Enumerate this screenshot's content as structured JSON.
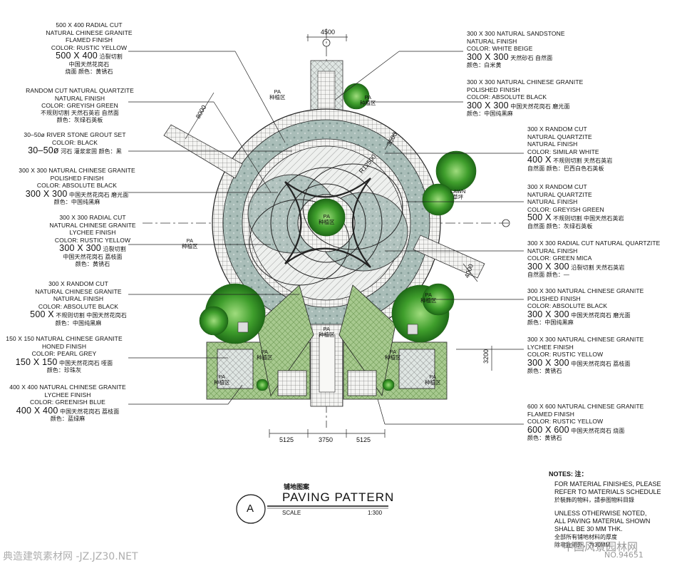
{
  "left_labels": [
    {
      "en": [
        "500 X 400 RADIAL CUT",
        "NATURAL CHINESE GRANITE",
        "FLAMED FINISH",
        "COLOR: RUSTIC YELLOW"
      ],
      "size": "500 X 400",
      "cn": "沿裂切割",
      "cn2": "中国天然花岗石",
      "cn3": "烧面  颜色：黄锈石"
    },
    {
      "en": [
        "RANDOM CUT NATURAL QUARTZITE",
        "NATURAL FINISH",
        "COLOR: GREYISH GREEN"
      ],
      "size": "",
      "cn": "不规则切割  天然石英岩  自然面",
      "cn2": "颜色：灰绿石英板",
      "cn3": ""
    },
    {
      "en": [
        "30–50ø RIVER STONE GROUT SET",
        "COLOR: BLACK"
      ],
      "size": "30–50ø",
      "cn": "河石  灌浆浆固  颜色：黑",
      "cn2": "",
      "cn3": ""
    },
    {
      "en": [
        "300 X 300 NATURAL CHINESE GRANITE",
        "POLISHED FINISH",
        "COLOR: ABSOLUTE BLACK"
      ],
      "size": "300 X 300",
      "cn": "中国天然花岗石  磨光面",
      "cn2": "颜色：中国纯黑麻",
      "cn3": ""
    },
    {
      "en": [
        "300 X 300 RADIAL CUT",
        "NATURAL CHINESE GRANITE",
        "LYCHEE FINISH",
        "COLOR: RUSTIC YELLOW"
      ],
      "size": "300 X 300",
      "cn": "沿裂切割",
      "cn2": "中国天然花岗石  荔枝面",
      "cn3": "颜色：黄锈石"
    },
    {
      "en": [
        "300 X RANDOM CUT",
        "NATURAL CHINESE GRANITE",
        "NATURAL FINISH",
        "COLOR: ABSOLUTE BLACK"
      ],
      "size": "500 X",
      "cn": "不规则切割  中国天然花岗石",
      "cn2": "颜色：中国纯黑麻",
      "cn3": ""
    },
    {
      "en": [
        "150 X 150 NATURAL CHINESE GRANITE",
        "HONED FINISH",
        "COLOR: PEARL GREY"
      ],
      "size": "150 X 150",
      "cn": "中国天然花岗石  哑面",
      "cn2": "颜色：珍珠灰",
      "cn3": ""
    },
    {
      "en": [
        "400 X 400 NATURAL CHINESE GRANITE",
        "LYCHEE FINISH",
        "COLOR: GREENISH BLUE"
      ],
      "size": "400 X 400",
      "cn": "中国天然花岗石  荔枝面",
      "cn2": "颜色：蓝绿麻",
      "cn3": ""
    }
  ],
  "right_labels": [
    {
      "en": [
        "300 X 300 NATURAL SANDSTONE",
        "NATURAL FINISH",
        "COLOR: WHITE BEIGE"
      ],
      "size": "300 X 300",
      "cn": "天然砂石  自然面",
      "cn2": "颜色：白米黄",
      "cn3": ""
    },
    {
      "en": [
        "300 X 300 NATURAL CHINESE GRANITE",
        "POLISHED FINISH",
        "COLOR: ABSOLUTE BLACK"
      ],
      "size": "300 X 300",
      "cn": "中国天然花岗石  磨光面",
      "cn2": "颜色：中国纯黑麻",
      "cn3": ""
    },
    {
      "en": [
        "300 X RANDOM CUT",
        "NATURAL QUARTZITE",
        "NATURAL FINISH",
        "COLOR: SIMILAR WHITE"
      ],
      "size": "400 X",
      "cn": "不规则切割  天然石英岩",
      "cn2": "自然面  颜色：巴西白色石英板",
      "cn3": ""
    },
    {
      "en": [
        "300 X RANDOM CUT",
        "NATURAL QUARTZITE",
        "NATURAL FINISH",
        "COLOR: GREYISH GREEN"
      ],
      "size": "500 X",
      "cn": "不规则切割  中国天然石英岩",
      "cn2": "自然面  颜色：灰绿石英板",
      "cn3": ""
    },
    {
      "en": [
        "300 X 300 RADIAL CUT NATURAL QUARTZITE",
        "NATURAL FINISH",
        "COLOR: GREEN MICA"
      ],
      "size": "300 X 300",
      "cn": "沿裂切割  天然石英岩",
      "cn2": "自然面  颜色：—",
      "cn3": ""
    },
    {
      "en": [
        "300 X 300 NATURAL CHINESE GRANITE",
        "POLISHED FINISH",
        "COLOR: ABSOLUTE BLACK"
      ],
      "size": "300 X 300",
      "cn": "中国天然花岗石  磨光面",
      "cn2": "颜色：中国纯黑麻",
      "cn3": ""
    },
    {
      "en": [
        "300 X 300 NATURAL CHINESE GRANITE",
        "LYCHEE FINISH",
        "COLOR: RUSTIC YELLOW"
      ],
      "size": "300 X 300",
      "cn": "中国天然花岗石  荔枝面",
      "cn2": "颜色：黄锈石",
      "cn3": ""
    },
    {
      "en": [
        "600 X 600 NATURAL CHINESE GRANITE",
        "FLAMED FINISH",
        "COLOR: RUSTIC YELLOW"
      ],
      "size": "600 X 600",
      "cn": "中国天然花岗石  烧面",
      "cn2": "颜色：黄锈石",
      "cn3": ""
    }
  ],
  "dimensions": {
    "top": "4500",
    "diag_left": "8000",
    "diag_right": "3500",
    "radius": "R12500",
    "right_diag": "4000",
    "right_vert": "3200",
    "bottom_left": "5125",
    "bottom_mid": "3750",
    "bottom_right": "5125"
  },
  "plan_labels": {
    "pa": "PA",
    "pa_cn": "种植区",
    "lawn": "LAWN",
    "lawn_cn": "草坪"
  },
  "title": {
    "marker": "A",
    "cn": "铺地图案",
    "main": "PAVING PATTERN",
    "scale_label": "SCALE",
    "scale": "1:300"
  },
  "notes": {
    "heading": "NOTES:  注：",
    "line1": "FOR MATERIAL FINISHES, PLEASE",
    "line2": "REFER TO MATERIALS SCHEDULE",
    "line3": "於裝飾的物料，請参图物料目錄",
    "line4": "UNLESS OTHERWISE NOTED,",
    "line5": "ALL PAVING MATERIAL SHOWN",
    "line6": "SHALL BE 30 MM THK.",
    "line7": "全部所有铺地材料的厚度",
    "line8": "除非註明外，为30MM"
  },
  "watermarks": {
    "left": "典造建筑素材网 -JZ.JZ30.NET",
    "right": "中国风景园林网",
    "right_sub": "NO.94651"
  },
  "colors": {
    "green": "#3e9e2a",
    "light_green": "#7cc46a",
    "stone": "#b9c6c3",
    "dark": "#222222"
  }
}
